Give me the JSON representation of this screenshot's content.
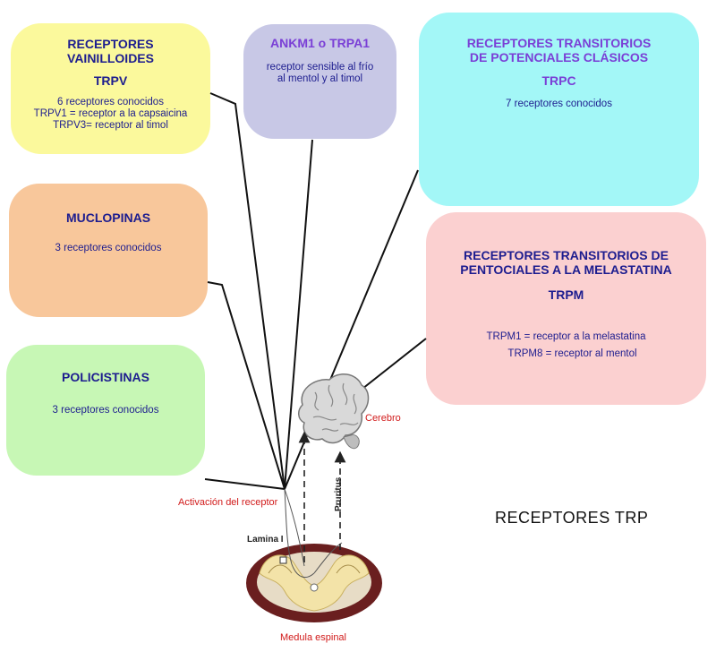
{
  "boxes": {
    "trpv": {
      "title_line1": "RECEPTORES",
      "title_line2": "VAINILLOIDES",
      "code": "TRPV",
      "line1": "6 receptores conocidos",
      "line2": "TRPV1 = receptor a la capsaicina",
      "line3": "TRPV3= receptor al timol"
    },
    "ankm": {
      "title": "ANKM1 o TRPA1",
      "line1": "receptor sensible al frío",
      "line2": "al mentol y al timol"
    },
    "trpc": {
      "title_line1": "RECEPTORES TRANSITORIOS",
      "title_line2": "DE POTENCIALES CLÁSICOS",
      "code": "TRPC",
      "line1": "7 receptores conocidos"
    },
    "mucl": {
      "title": "MUCLOPINAS",
      "line1": "3 receptores conocidos"
    },
    "trpm": {
      "title_line1": "RECEPTORES TRANSITORIOS DE",
      "title_line2": "PENTOCIALES A LA MELASTATINA",
      "code": "TRPM",
      "line1": "TRPM1 =  receptor a la melastatina",
      "line2": "TRPM8 =  receptor al mentol"
    },
    "poli": {
      "title": "POLICISTINAS",
      "line1": "3 receptores conocidos"
    }
  },
  "labels": {
    "main": "RECEPTORES  TRP",
    "activation": "Activación del receptor",
    "cerebro": "Cerebro",
    "lamina": "Lamina I",
    "pruritus": "Pruritus",
    "medula": "Medula espinal"
  },
  "colors": {
    "trpv": "#fbf99c",
    "ankm": "#c8c8e6",
    "trpc": "#a3f7f7",
    "muclopinas": "#f8c79b",
    "trpm": "#fbd0d0",
    "policistinas": "#c7f7b5",
    "title_text": "#1d1d8f",
    "purple_title": "#7a3fd6",
    "red_label": "#d11a1a",
    "spinal_outer": "#6a1f1f",
    "spinal_inner": "#f3e3a8"
  },
  "icons": [
    "brain-icon",
    "spinal-cord-icon"
  ]
}
